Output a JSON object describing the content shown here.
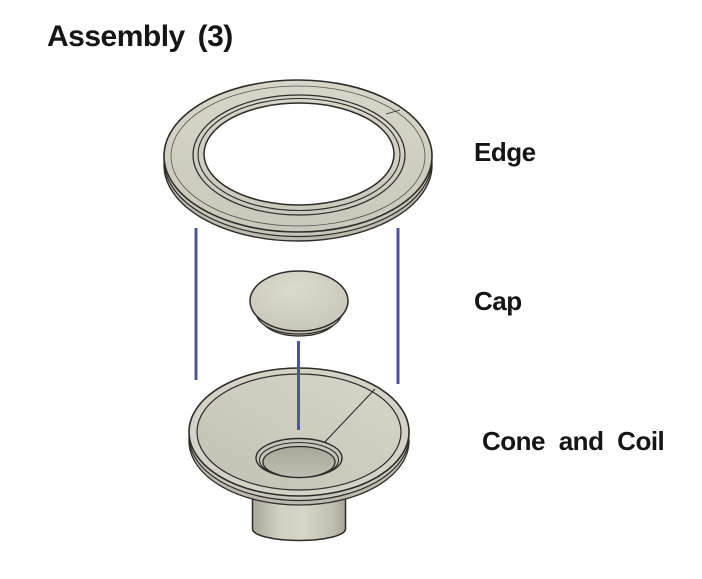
{
  "title": "Assembly (3)",
  "parts": [
    {
      "id": "edge",
      "label": "Edge"
    },
    {
      "id": "cap",
      "label": "Cap"
    },
    {
      "id": "cone_and_coil",
      "label": "Cone and Coil"
    }
  ],
  "guide_lines": {
    "count": 3,
    "color": "#4b569e",
    "orientation": "vertical"
  },
  "colors": {
    "background": "#ffffff",
    "text": "#151515",
    "outline": "#2d2c2a",
    "part_surface_light": "#d5d2c6",
    "part_surface_mid": "#c9c6ba",
    "part_surface_dark": "#bcb9ad",
    "guide_line_blue": "#4b569e"
  }
}
